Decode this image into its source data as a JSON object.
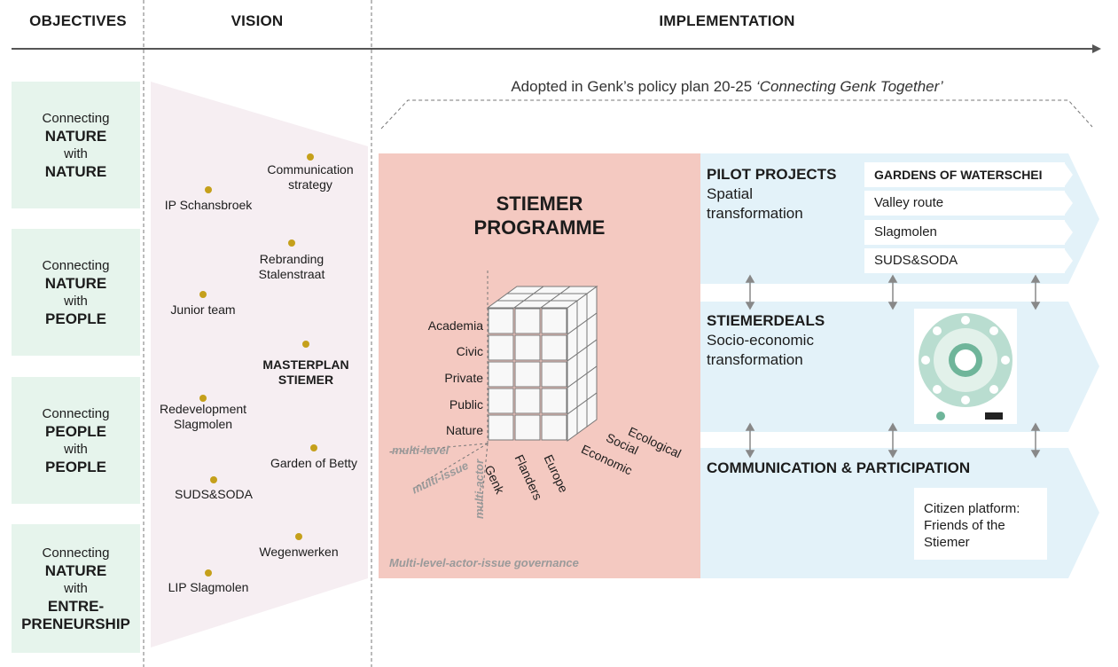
{
  "headers": {
    "objectives": "OBJECTIVES",
    "vision": "VISION",
    "implementation": "IMPLEMENTATION"
  },
  "objectives": [
    {
      "l1": "Connecting",
      "l2": "NATURE",
      "l3": "with",
      "l4": "NATURE"
    },
    {
      "l1": "Connecting",
      "l2": "NATURE",
      "l3": "with",
      "l4": "PEOPLE"
    },
    {
      "l1": "Connecting",
      "l2": "PEOPLE",
      "l3": "with",
      "l4": "PEOPLE"
    },
    {
      "l1": "Connecting",
      "l2": "NATURE",
      "l3": "with",
      "l4": "ENTRE-",
      "l5": "PRENEURSHIP"
    }
  ],
  "vision": {
    "items": [
      {
        "text": "Communication\nstrategy"
      },
      {
        "text": "IP Schansbroek"
      },
      {
        "text": "Rebranding\nStalenstraat"
      },
      {
        "text": "Junior team"
      },
      {
        "text": "MASTERPLAN\nSTIEMER",
        "bold": true
      },
      {
        "text": "Redevelopment\nSlagmolen"
      },
      {
        "text": "Garden of Betty"
      },
      {
        "text": "SUDS&SODA"
      },
      {
        "text": "Wegenwerken"
      },
      {
        "text": "LIP Slagmolen"
      }
    ],
    "dot_color": "#c5a01b"
  },
  "policy": {
    "prefix": "Adopted in Genk’s policy plan 20-25 ",
    "title": "‘Connecting Genk Together’"
  },
  "programme": {
    "title1": "STIEMER",
    "title2": "PROGRAMME",
    "actors": [
      "Academia",
      "Civic",
      "Private",
      "Public",
      "Nature"
    ],
    "levels": [
      "Genk",
      "Flanders",
      "Europe"
    ],
    "issues": [
      "Economic",
      "Social",
      "Ecological"
    ],
    "axis_level": "multi-level",
    "axis_issue": "multi-issue",
    "axis_actor": "multi-actor",
    "caption": "Multi-level-actor-issue governance",
    "bg_color": "#f4c9c1"
  },
  "pilot": {
    "title": "PILOT PROJECTS",
    "sub1": "Spatial",
    "sub2": "transformation",
    "items": [
      "GARDENS OF WATERSCHEI",
      "Valley route",
      "Slagmolen",
      "SUDS&SODA"
    ]
  },
  "deals": {
    "title": "STIEMERDEALS",
    "sub1": "Socio-economic",
    "sub2": "transformation"
  },
  "comm": {
    "title": "COMMUNICATION & PARTICIPATION",
    "box": "Citizen platform:\nFriends of the\nStiemer"
  },
  "colors": {
    "objective_bg": "#e6f4ec",
    "implementation_bg": "#e3f2f9",
    "funnel_bg": "#f6eef2"
  }
}
